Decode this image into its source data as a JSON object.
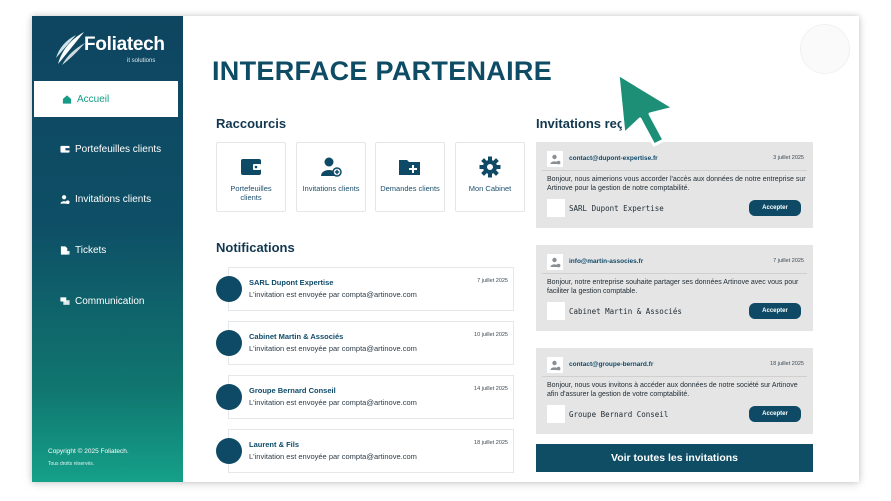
{
  "brand": {
    "name": "Foliatech",
    "tagline": "it solutions"
  },
  "sidebar": {
    "items": [
      {
        "label": "Accueil",
        "icon": "home-icon",
        "active": true
      },
      {
        "label": "Portefeuilles clients",
        "icon": "wallet-icon",
        "active": false
      },
      {
        "label": "Invitations clients",
        "icon": "user-add-icon",
        "active": false
      },
      {
        "label": "Tickets",
        "icon": "ticket-icon",
        "active": false
      },
      {
        "label": "Communication",
        "icon": "chat-icon",
        "active": false
      }
    ],
    "copyright": "Copyright © 2025 Foliatech.",
    "rights": "Tous droits réservés."
  },
  "page": {
    "title": "INTERFACE PARTENAIRE"
  },
  "shortcuts": {
    "title": "Raccourcis",
    "items": [
      {
        "label": "Portefeuilles clients",
        "icon": "wallet-icon"
      },
      {
        "label": "Invitations clients",
        "icon": "user-add-icon"
      },
      {
        "label": "Demandes clients",
        "icon": "folder-add-icon"
      },
      {
        "label": "Mon Cabinet",
        "icon": "gear-icon"
      }
    ]
  },
  "notifications": {
    "title": "Notifications",
    "items": [
      {
        "name": "SARL Dupont Expertise",
        "date": "7 juillet 2025",
        "text": "L'invitation est envoyée par compta@artinove.com"
      },
      {
        "name": "Cabinet Martin & Associés",
        "date": "10 juillet 2025",
        "text": "L'invitation est envoyée par compta@artinove.com"
      },
      {
        "name": "Groupe Bernard Conseil",
        "date": "14 juillet 2025",
        "text": "L'invitation est envoyée par compta@artinove.com"
      },
      {
        "name": "Laurent & Fils",
        "date": "18 juillet 2025",
        "text": "L'invitation est envoyée par compta@artinove.com"
      }
    ]
  },
  "invitations": {
    "title": "Invitations reç",
    "accept_label": "Accepter",
    "see_all_label": "Voir toutes les invitations",
    "items": [
      {
        "email": "contact@dupont-expertise.fr",
        "date": "3 juillet 2025",
        "message": "Bonjour, nous aimerions vous accorder l'accès aux données de notre entreprise sur Artinove pour la gestion de notre comptabilité.",
        "company": "SARL Dupont Expertise"
      },
      {
        "email": "info@martin-associes.fr",
        "date": "7 juillet 2025",
        "message": "Bonjour, notre entreprise souhaite partager ses données Artinove avec vous pour faciliter la gestion comptable.",
        "company": "Cabinet Martin & Associés"
      },
      {
        "email": "contact@groupe-bernard.fr",
        "date": "18 juillet 2025",
        "message": "Bonjour, nous vous invitons à accéder aux données de notre société sur Artinove afin d'assurer la gestion de votre comptabilité.",
        "company": "Groupe Bernard Conseil"
      }
    ]
  },
  "colors": {
    "navy": "#0e4a65",
    "teal": "#169c86",
    "cursor": "#1d8f76"
  }
}
